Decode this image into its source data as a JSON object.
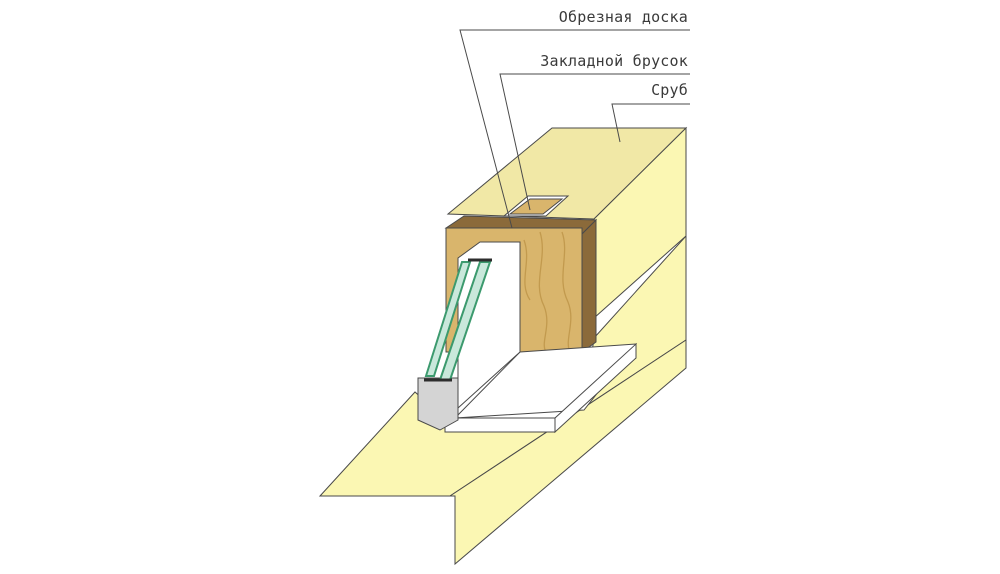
{
  "labels": {
    "edged_board": "Обрезная доска",
    "embedded_bar": "Закладной брусок",
    "log_frame": "Сруб"
  },
  "colors": {
    "log_face": "#fbf7b3",
    "log_top": "#f1e8a6",
    "board_dark": "#8b6a3a",
    "board_wood": "#d9b56c",
    "board_grain": "#c29a4e",
    "glass": "#c9e8db",
    "glass_edge": "#3c9a6e",
    "frame_white": "#ffffff",
    "frame_grey": "#d4d4d4",
    "outline": "#4a4a4a"
  }
}
